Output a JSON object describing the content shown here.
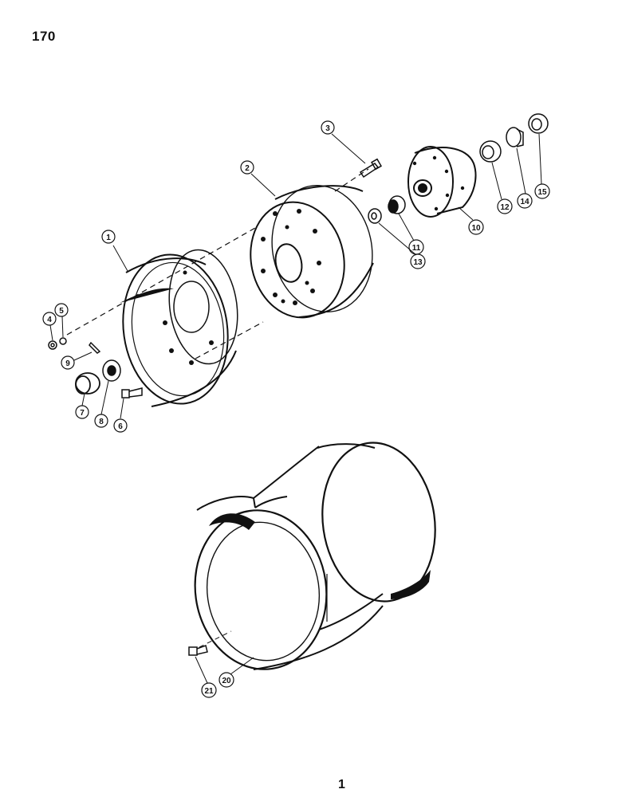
{
  "page": {
    "number": "170",
    "footer_mark": "1"
  },
  "callouts": [
    "1",
    "2",
    "3",
    "4",
    "5",
    "6",
    "7",
    "8",
    "9",
    "10",
    "11",
    "12",
    "13",
    "14",
    "15",
    "20",
    "21"
  ]
}
